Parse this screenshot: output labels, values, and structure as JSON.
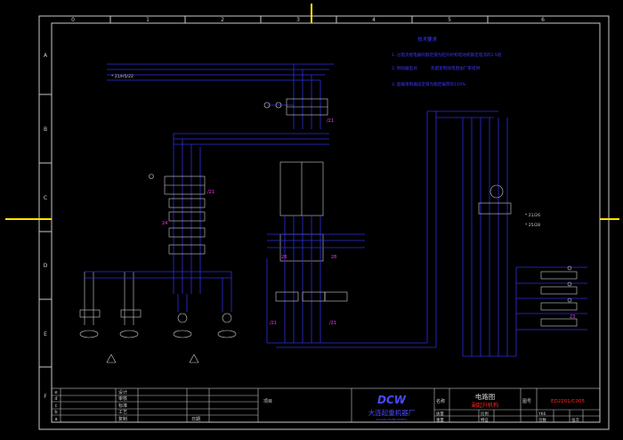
{
  "colors": {
    "background": "#000000",
    "frame": "#c8c8c8",
    "wire": "#2e2ee6",
    "wire_bright": "#4a4aff",
    "text": "#d0d0d0",
    "label_magenta": "#ff33ff",
    "notes": "#3a3aff",
    "marker_yellow": "#ffe600",
    "title_red": "#ff2a2a"
  },
  "frame": {
    "columns": [
      "0",
      "1",
      "2",
      "3",
      "4",
      "5",
      "6"
    ],
    "rows": [
      "A",
      "B",
      "C",
      "D",
      "E",
      "F"
    ]
  },
  "notes": {
    "title": "技术要求",
    "items": [
      "1. 过电流继电器的额定值为起升机构电动机额定电流的2.5倍",
      "2. 制动器型式　　 　及配套制动电阻由厂家提供",
      "3. 超载限制器设定值为额定载荷的110%"
    ]
  },
  "labels": {
    "top_left_ref": "* 21/H5/22",
    "magenta_refs": [
      "/21",
      "/21",
      "24",
      "28",
      "28",
      "/21",
      "/21",
      "23"
    ],
    "right_refs": [
      "* 21/26",
      "* 25/28"
    ]
  },
  "title_block": {
    "revision_letters": [
      "e",
      "d",
      "c",
      "b",
      "a"
    ],
    "roles": [
      "设计",
      "审核",
      "标准",
      "工艺",
      "复制"
    ],
    "approve": "日期",
    "project_label": "项目",
    "logo": "DCW",
    "company": "大连起重机器厂",
    "company_en": "DALIAN CRANE WORKS",
    "name_label": "名称",
    "drawing_title": "电路图",
    "drawing_subtitle": "副起升机构",
    "number_label": "图号",
    "drawing_number": "ED2201/C005",
    "bottom_row": [
      "质量",
      "比例",
      "共",
      "张",
      "第",
      "张"
    ],
    "bottom_row2": [
      "重量",
      "特征",
      "页数",
      "张次"
    ],
    "quality_value": "",
    "scale_value": "",
    "count_value": "YK6"
  }
}
